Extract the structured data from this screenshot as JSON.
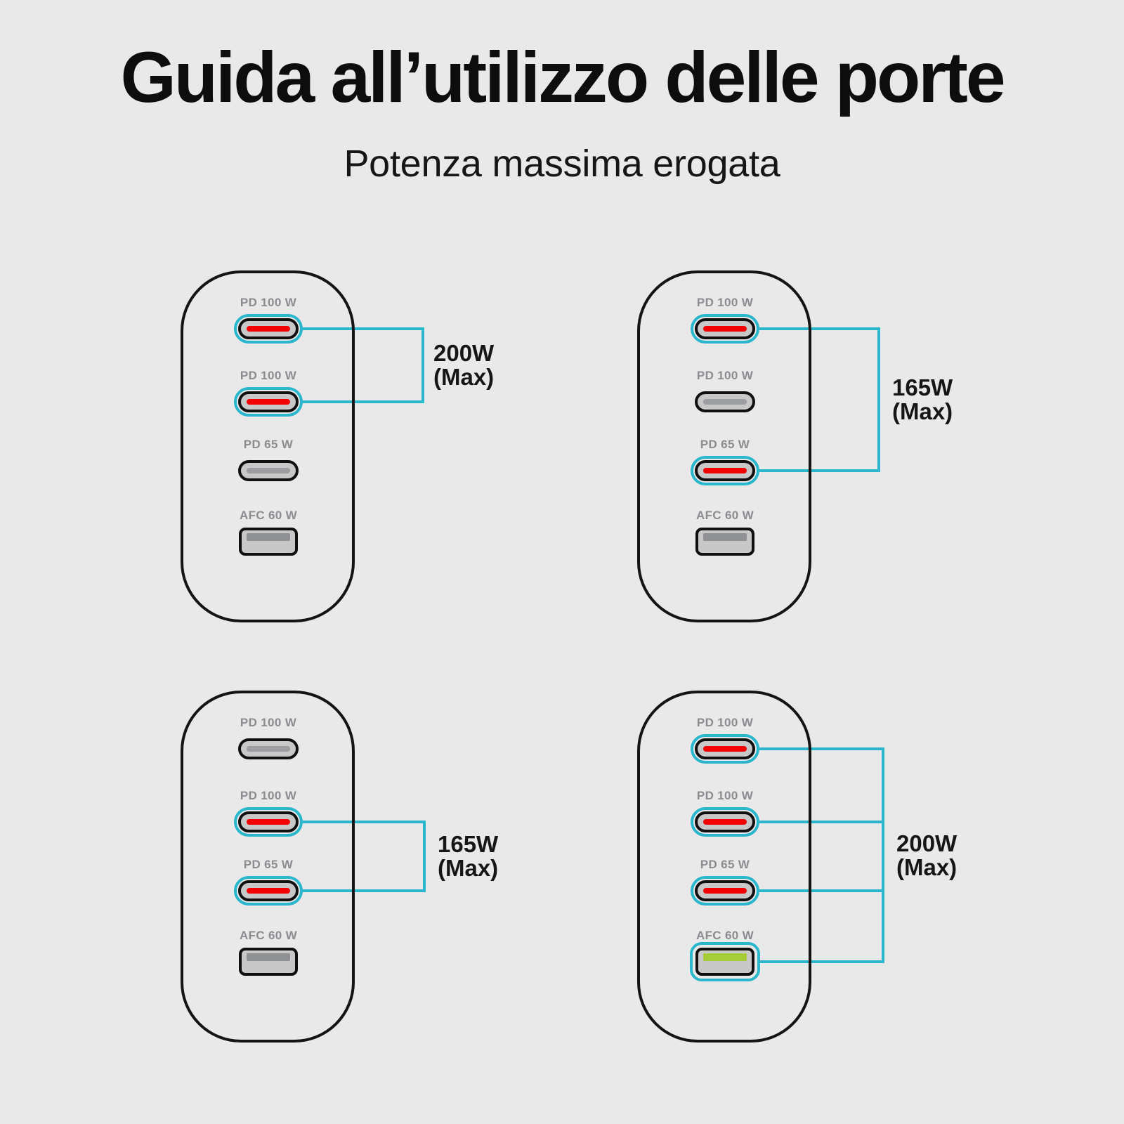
{
  "colors": {
    "background": "#e9e9ea",
    "outline": "#141414",
    "highlight": "#2ab6cb",
    "active_usb_c_bar": "#f30203",
    "active_usb_a_bar": "#a5cd39",
    "port_fill": "#c8c8c9",
    "inactive_usb_c_bar": "#9c9ea1",
    "usb_a_tongue": "#8f9194",
    "port_label_gray": "#8a8c8f",
    "text": "#0d0d0d"
  },
  "header": {
    "title": "Guida all’utilizzo delle porte",
    "subtitle": "Potenza massima erogata"
  },
  "diagrams": [
    {
      "position": "top-left",
      "wattage": "200W",
      "max_label": "(Max)",
      "ports": [
        {
          "label": "PD 100 W",
          "type": "usb-c",
          "active": true
        },
        {
          "label": "PD 100 W",
          "type": "usb-c",
          "active": true
        },
        {
          "label": "PD 65 W",
          "type": "usb-c",
          "active": false
        },
        {
          "label": "AFC 60 W",
          "type": "usb-a",
          "active": false
        }
      ]
    },
    {
      "position": "top-right",
      "wattage": "165W",
      "max_label": "(Max)",
      "ports": [
        {
          "label": "PD 100 W",
          "type": "usb-c",
          "active": true
        },
        {
          "label": "PD 100 W",
          "type": "usb-c",
          "active": false
        },
        {
          "label": "PD 65 W",
          "type": "usb-c",
          "active": true
        },
        {
          "label": "AFC 60 W",
          "type": "usb-a",
          "active": false
        }
      ]
    },
    {
      "position": "bottom-left",
      "wattage": "165W",
      "max_label": "(Max)",
      "ports": [
        {
          "label": "PD 100 W",
          "type": "usb-c",
          "active": false
        },
        {
          "label": "PD 100 W",
          "type": "usb-c",
          "active": true
        },
        {
          "label": "PD 65 W",
          "type": "usb-c",
          "active": true
        },
        {
          "label": "AFC 60 W",
          "type": "usb-a",
          "active": false
        }
      ]
    },
    {
      "position": "bottom-right",
      "wattage": "200W",
      "max_label": "(Max)",
      "ports": [
        {
          "label": "PD 100 W",
          "type": "usb-c",
          "active": true
        },
        {
          "label": "PD 100 W",
          "type": "usb-c",
          "active": true
        },
        {
          "label": "PD 65 W",
          "type": "usb-c",
          "active": true
        },
        {
          "label": "AFC 60 W",
          "type": "usb-a",
          "active": true
        }
      ]
    }
  ]
}
